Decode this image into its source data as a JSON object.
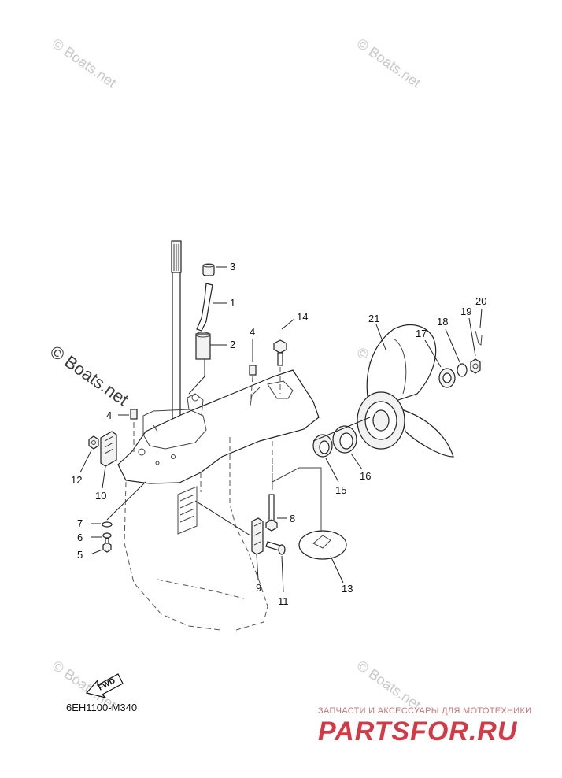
{
  "watermarks": {
    "small": "© Boats.net",
    "large": "© Boats.net"
  },
  "diagram_code": "6EH1100-M340",
  "fwd_label": "FWD",
  "brand": {
    "tagline": "ЗАПЧАСТИ И АКСЕССУАРЫ ДЛЯ МОТОТЕХНИКИ",
    "name": "PARTSFOR.RU"
  },
  "callouts": [
    "1",
    "2",
    "3",
    "4",
    "4",
    "5",
    "6",
    "7",
    "8",
    "9",
    "10",
    "11",
    "12",
    "13",
    "14",
    "15",
    "16",
    "17",
    "18",
    "19",
    "20",
    "21"
  ]
}
